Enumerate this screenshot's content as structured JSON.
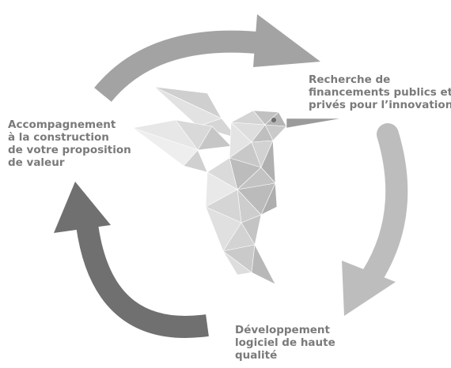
{
  "labels": {
    "financing": [
      "Recherche de",
      "financements publics et",
      "privés pour l’innovation"
    ],
    "value_proposition": [
      "Accompagnement",
      "à la construction",
      "de votre proposition",
      "de valeur"
    ],
    "software": [
      "Développement",
      "logiciel de haute",
      "qualité"
    ]
  },
  "colors": {
    "arrow_light": "#a3a3a3",
    "arrow_mid": "#bdbdbd",
    "arrow_dark": "#707070",
    "text": "#7a7a7a"
  },
  "icons": {
    "center": "origami-hummingbird-icon"
  }
}
